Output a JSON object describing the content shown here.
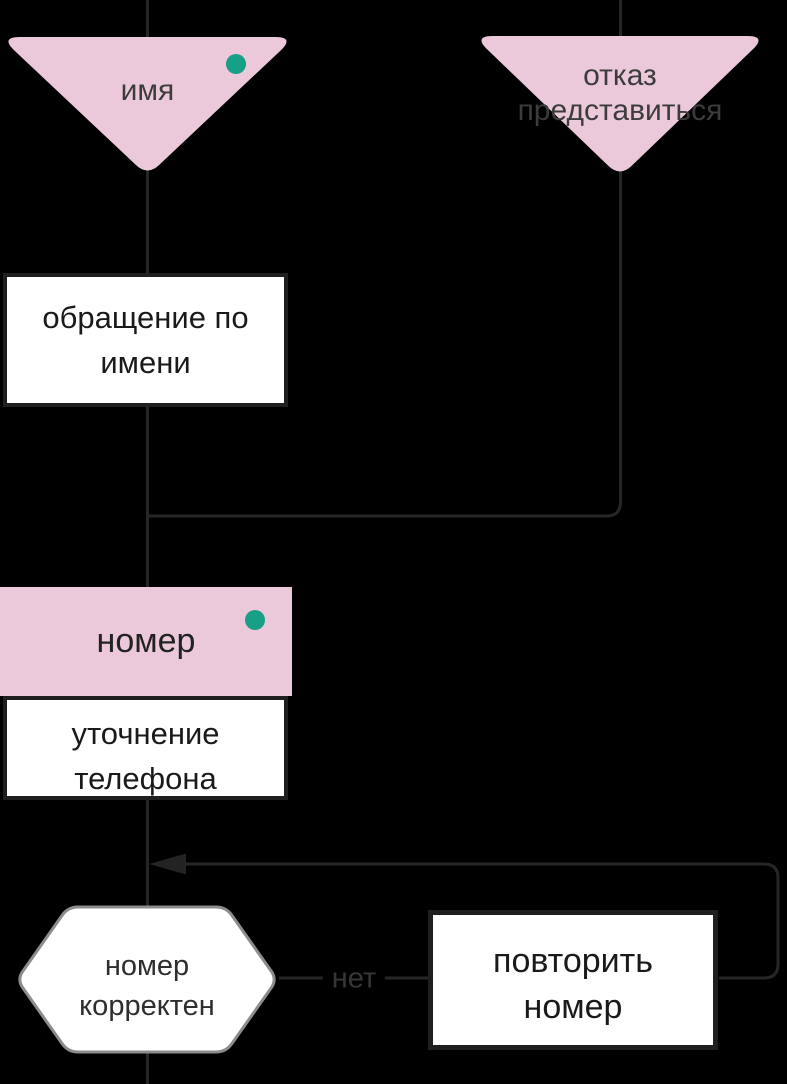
{
  "diagram": {
    "background_color": "#000000",
    "edge_color": "#262626",
    "intent_node_color": "#ecc9da",
    "status_dot_color": "#18a086",
    "nodes": {
      "name_intent": {
        "label": "имя",
        "has_status_dot": true
      },
      "refuse_intent": {
        "label": "отказ\nпредставиться",
        "has_status_dot": false
      },
      "address_by_name_action": {
        "label": "обращение по\nимени"
      },
      "number_intent": {
        "label": "номер",
        "has_status_dot": true
      },
      "clarify_phone_action": {
        "label": "уточнение\nтелефона"
      },
      "number_correct_decision": {
        "label": "номер\nкорректен"
      },
      "repeat_number_action": {
        "label": "повторить\nномер"
      }
    },
    "edge_labels": {
      "no_branch": "нет"
    }
  }
}
